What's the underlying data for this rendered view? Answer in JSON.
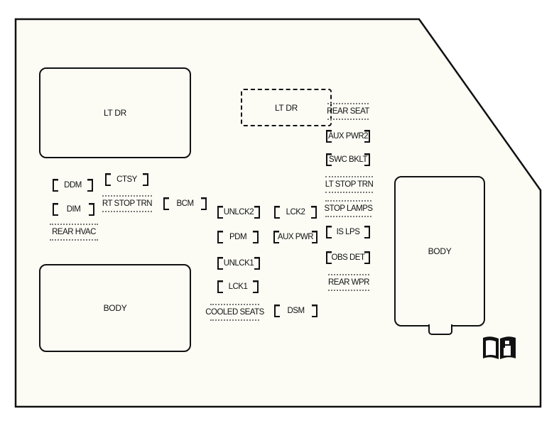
{
  "panel": {
    "large_blocks": {
      "lt_dr_left": "LT DR",
      "body_left": "BODY",
      "lt_dr_dashed": "LT DR",
      "body_right": "BODY"
    },
    "fuses": {
      "ddm": "DDM",
      "ctsy": "CTSY",
      "dim": "DIM",
      "rt_stop_trn": "RT STOP TRN",
      "bcm": "BCM",
      "rear_hvac": "REAR HVAC",
      "unlck2": "UNLCK2",
      "pdm": "PDM",
      "unlck1": "UNLCK1",
      "lck1": "LCK1",
      "cooled_seats": "COOLED SEATS",
      "dsm": "DSM",
      "lck2": "LCK2",
      "aux_pwr": "AUX PWR",
      "rear_seat": "REAR SEAT",
      "aux_pwr2": "AUX PWR2",
      "swc_bklt": "SWC BKLT",
      "lt_stop_trn": "LT STOP TRN",
      "stop_lamps": "STOP LAMPS",
      "is_lps": "IS LPS",
      "obs_det": "OBS DET",
      "rear_wpr": "REAR WPR"
    },
    "icon": "owner-manual-info-icon"
  }
}
